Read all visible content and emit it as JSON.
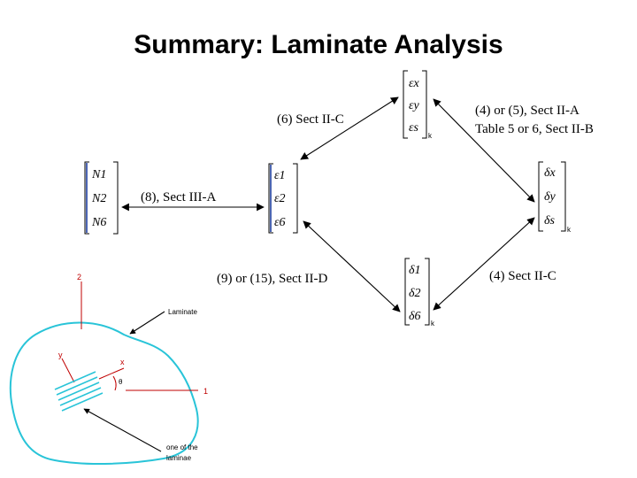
{
  "title": "Summary: Laminate Analysis",
  "vectors": {
    "global_strain": {
      "rows": [
        "εx",
        "εy",
        "εs"
      ],
      "subscript": "k"
    },
    "ply_strain": {
      "rows": [
        "ε1",
        "ε2",
        "ε6"
      ]
    },
    "loads": {
      "rows": [
        "N1",
        "N2",
        "N6"
      ]
    },
    "global_displacement": {
      "rows": [
        "δx",
        "δy",
        "δs"
      ],
      "subscript": "k"
    },
    "ply_displacement": {
      "rows": [
        "δ1",
        "δ2",
        "δ6"
      ],
      "subscript": "k"
    }
  },
  "relations": {
    "upper_left": "(6) Sect II-C",
    "upper_right_1": "(4) or (5), Sect II-A",
    "upper_right_2": "Table 5 or 6, Sect II-B",
    "left": "(8), Sect III-A",
    "lower_left": "(9) or (15), Sect II-D",
    "lower_right": "(4) Sect II-C"
  },
  "figure": {
    "axis_2": "2",
    "axis_1": "1",
    "axis_y": "y",
    "axis_x": "x",
    "angle": "θ",
    "laminate_label": "Laminate",
    "laminae_label_1": "one of the",
    "laminae_label_2": "laminae"
  }
}
